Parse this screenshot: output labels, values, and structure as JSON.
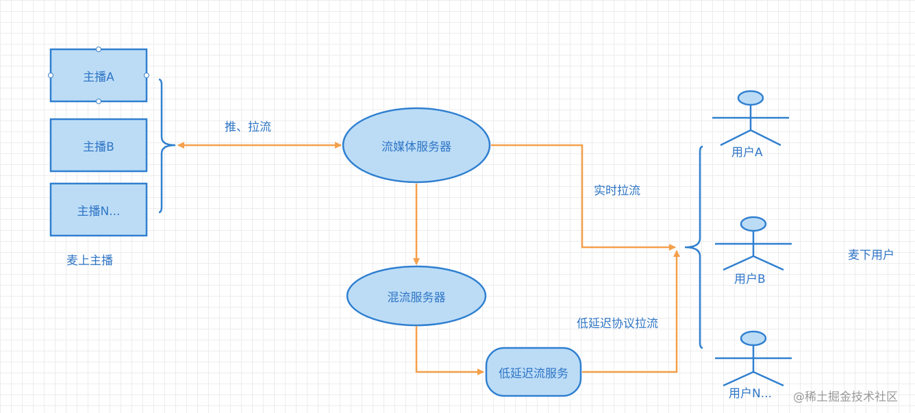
{
  "colors": {
    "node_fill": "#bcdcf6",
    "node_stroke": "#2f7fd0",
    "arrow": "#f5a04a",
    "text": "#2f75c5",
    "watermark": "#9a9a9a"
  },
  "anchors": {
    "anchor_a": "主播A",
    "anchor_b": "主播B",
    "anchor_n": "主播N...",
    "group_label": "麦上主播"
  },
  "servers": {
    "media": "流媒体服务器",
    "mix": "混流服务器",
    "low_latency": "低延迟流服务"
  },
  "edges": {
    "push_pull": "推、拉流",
    "realtime_pull": "实时拉流",
    "low_latency_pull": "低延迟协议拉流"
  },
  "users": {
    "user_a": "用户A",
    "user_b": "用户B",
    "user_n": "用户N...",
    "group_label": "麦下用户"
  },
  "watermark": "@稀土掘金技术社区"
}
